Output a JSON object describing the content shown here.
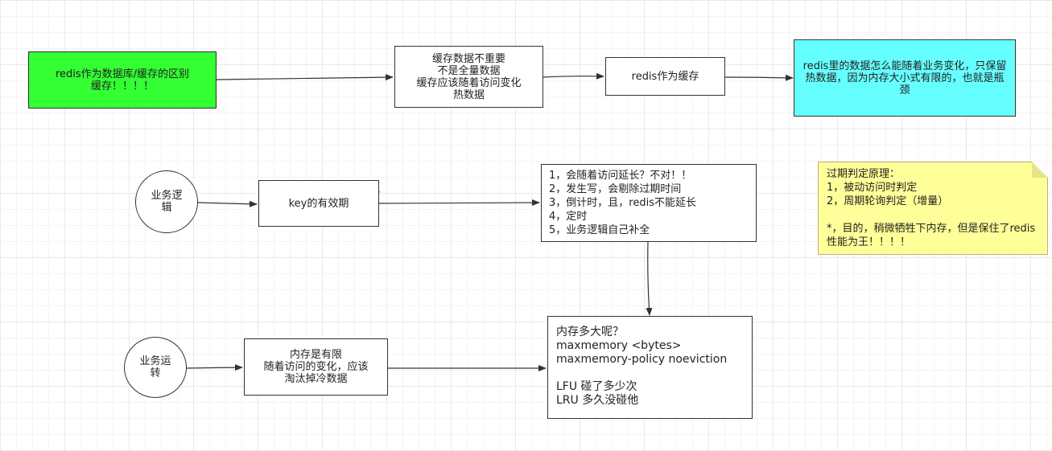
{
  "colors": {
    "green_box": "#33ff33",
    "cyan_box": "#66ffff",
    "note_bg": "#ffff99",
    "line": "#333333"
  },
  "nodes": {
    "redis_db_vs_cache": "redis作为数据库/缓存的区别\n缓存！！！！",
    "cache_data_not_important": "缓存数据不重要\n不是全量数据\n缓存应该随着访问变化\n热数据",
    "redis_as_cache": "redis作为缓存",
    "redis_data_follow_business": "redis里的数据怎么能随着业务变化，只保留热数据，因为内存大小式有限的，也就是瓶颈",
    "business_logic": "业务逻\n辑",
    "key_ttl": "key的有效期",
    "ttl_rules": "1，会随着访问延长？不对！！\n2，发生写，会剔除过期时间\n3，倒计时，且，redis不能延长\n4，定时\n5，业务逻辑自己补全",
    "business_running": "业务运\n转",
    "memory_limited": "内存是有限\n随着访问的变化，应该\n淘汰掉冷数据",
    "maxmemory_config": "内存多大呢？\nmaxmemory <bytes>\nmaxmemory-policy noeviction\n\nLFU   碰了多少次\nLRU  多久没碰他"
  },
  "note": {
    "text": "过期判定原理：\n1，被动访问时判定\n2，周期轮询判定（增量）\n\n*，目的，稍微牺牲下内存，但是保住了redis性能为王！！！！"
  }
}
